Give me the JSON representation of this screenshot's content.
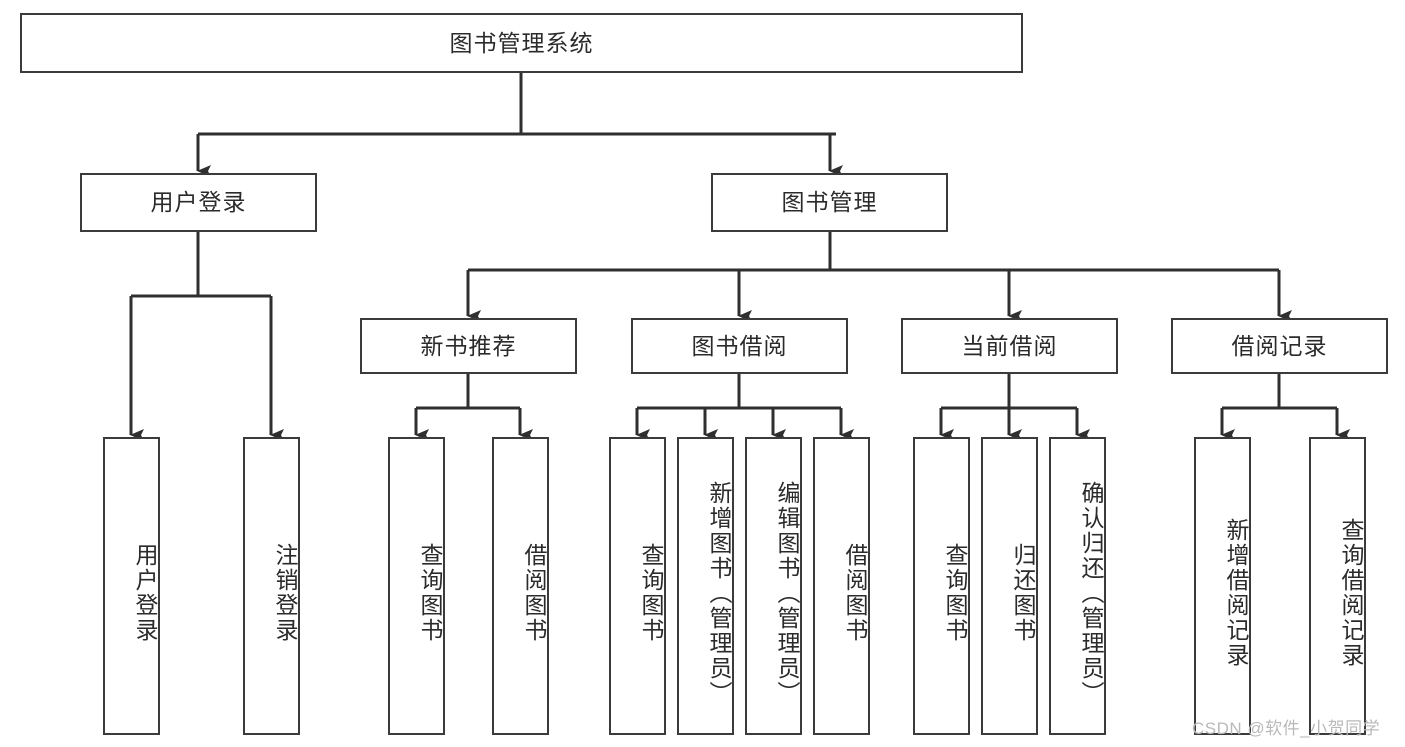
{
  "diagram": {
    "title": "图书管理系统",
    "type": "hierarchy-tree",
    "root": {
      "label": "图书管理系统",
      "orientation": "horizontal"
    },
    "level2": [
      {
        "label": "用户登录",
        "orientation": "horizontal"
      },
      {
        "label": "图书管理",
        "orientation": "horizontal"
      }
    ],
    "level3": [
      {
        "label": "新书推荐",
        "orientation": "horizontal"
      },
      {
        "label": "图书借阅",
        "orientation": "horizontal"
      },
      {
        "label": "当前借阅",
        "orientation": "horizontal"
      },
      {
        "label": "借阅记录",
        "orientation": "horizontal"
      }
    ],
    "leaves": {
      "user_login": [
        {
          "label": "用户登录",
          "orientation": "vertical"
        },
        {
          "label": "注销登录",
          "orientation": "vertical"
        }
      ],
      "new_book_recommend": [
        {
          "label": "查询图书",
          "orientation": "vertical"
        },
        {
          "label": "借阅图书",
          "orientation": "vertical"
        }
      ],
      "book_borrow": [
        {
          "label": "查询图书",
          "orientation": "vertical"
        },
        {
          "label": "新增图书（管理员）",
          "orientation": "vertical"
        },
        {
          "label": "编辑图书（管理员）",
          "orientation": "vertical"
        },
        {
          "label": "借阅图书",
          "orientation": "vertical"
        }
      ],
      "current_borrow": [
        {
          "label": "查询图书",
          "orientation": "vertical"
        },
        {
          "label": "归还图书",
          "orientation": "vertical"
        },
        {
          "label": "确认归还（管理员）",
          "orientation": "vertical"
        }
      ],
      "borrow_record": [
        {
          "label": "新增借阅记录",
          "orientation": "vertical"
        },
        {
          "label": "查询借阅记录",
          "orientation": "vertical"
        }
      ]
    },
    "watermark": "CSDN @软件_小贺同学",
    "colors": {
      "box_border": "#3b3b3b",
      "box_fill": "#ffffff",
      "text": "#2b2b2b",
      "connector": "#2f2f2f",
      "watermark": "#b9b9b9",
      "background": "#ffffff"
    }
  }
}
